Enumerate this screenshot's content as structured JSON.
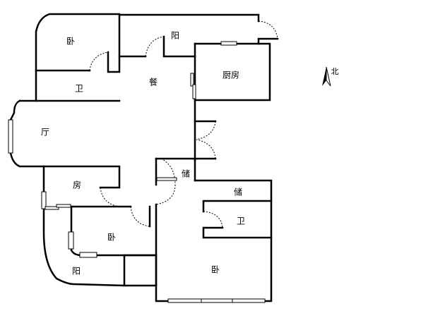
{
  "rooms": {
    "bedroom_top_left": "卧",
    "balcony_top": "阳",
    "kitchen": "厨房",
    "dining": "餐",
    "bath_left": "卫",
    "living": "厅",
    "storage_small": "储",
    "storage_right": "储",
    "room_left": "房",
    "bath_right": "卫",
    "bedroom_middle": "卧",
    "bedroom_master": "卧",
    "balcony_bottom": "阳"
  },
  "compass": {
    "label": "北",
    "icon": "north-arrow-icon"
  }
}
